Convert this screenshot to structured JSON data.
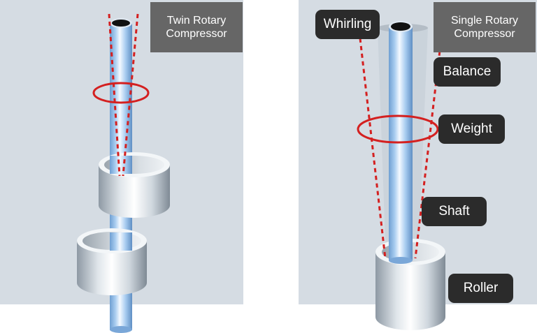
{
  "left_panel": {
    "title_line1": "Twin Rotary",
    "title_line2": "Compressor"
  },
  "right_panel": {
    "title_line1": "Single Rotary",
    "title_line2": "Compressor",
    "labels": {
      "whirling": "Whirling",
      "balance": "Balance",
      "weight": "Weight",
      "shaft": "Shaft",
      "roller": "Roller"
    }
  },
  "colors": {
    "panel_background": "#d5dce3",
    "title_box": "#666666",
    "label_box": "#2b2b2b",
    "whirl_indicator": "#d42020",
    "shaft": "#9fc4ec"
  }
}
